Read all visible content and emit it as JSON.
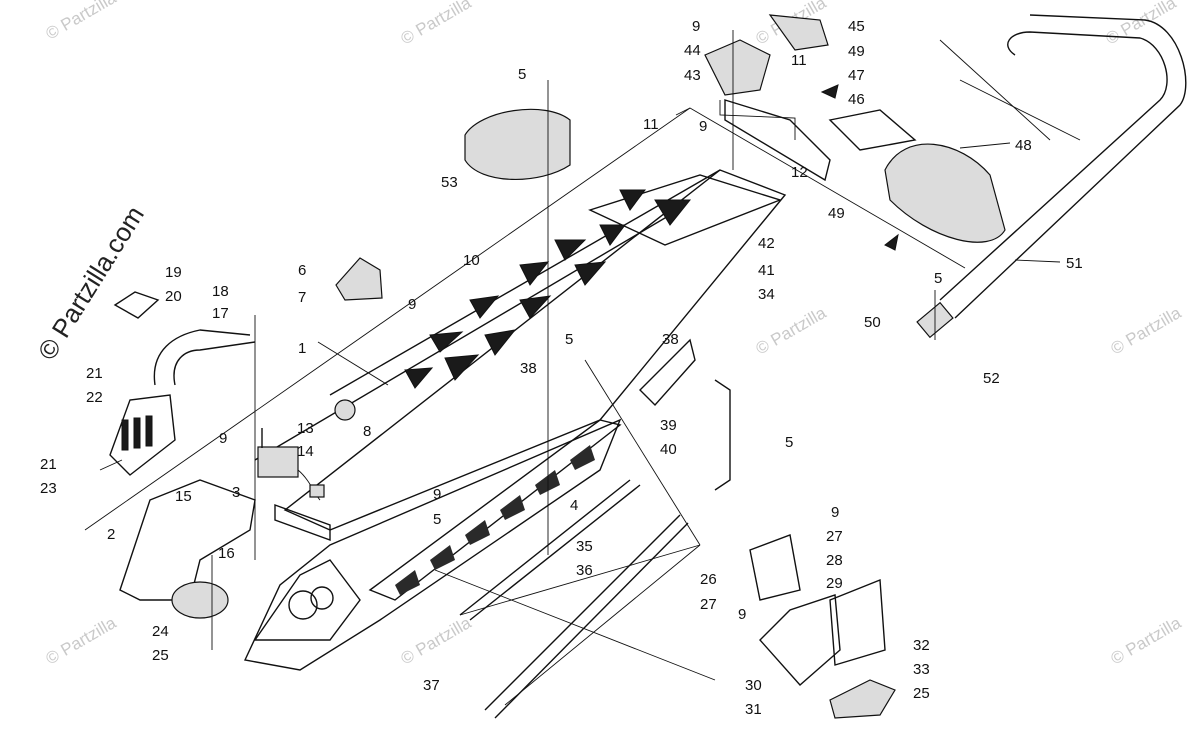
{
  "watermark": {
    "brand": "© Partzilla.com",
    "tile_text": "© Partzilla"
  },
  "callouts": [
    {
      "id": "c1",
      "text": "1"
    },
    {
      "id": "c2",
      "text": "2"
    },
    {
      "id": "c3",
      "text": "3"
    },
    {
      "id": "c4",
      "text": "4"
    },
    {
      "id": "c5a",
      "text": "5"
    },
    {
      "id": "c5b",
      "text": "5"
    },
    {
      "id": "c5c",
      "text": "5"
    },
    {
      "id": "c5d",
      "text": "5"
    },
    {
      "id": "c5e",
      "text": "5"
    },
    {
      "id": "c6",
      "text": "6"
    },
    {
      "id": "c7",
      "text": "7"
    },
    {
      "id": "c8",
      "text": "8"
    },
    {
      "id": "c9a",
      "text": "9"
    },
    {
      "id": "c9b",
      "text": "9"
    },
    {
      "id": "c9c",
      "text": "9"
    },
    {
      "id": "c9d",
      "text": "9"
    },
    {
      "id": "c9e",
      "text": "9"
    },
    {
      "id": "c9f",
      "text": "9"
    },
    {
      "id": "c9g",
      "text": "9"
    },
    {
      "id": "c10",
      "text": "10"
    },
    {
      "id": "c11a",
      "text": "11"
    },
    {
      "id": "c11b",
      "text": "11"
    },
    {
      "id": "c12",
      "text": "12"
    },
    {
      "id": "c13",
      "text": "13"
    },
    {
      "id": "c14",
      "text": "14"
    },
    {
      "id": "c15",
      "text": "15"
    },
    {
      "id": "c16",
      "text": "16"
    },
    {
      "id": "c17",
      "text": "17"
    },
    {
      "id": "c18",
      "text": "18"
    },
    {
      "id": "c19",
      "text": "19"
    },
    {
      "id": "c20",
      "text": "20"
    },
    {
      "id": "c21a",
      "text": "21"
    },
    {
      "id": "c21b",
      "text": "21"
    },
    {
      "id": "c22",
      "text": "22"
    },
    {
      "id": "c23",
      "text": "23"
    },
    {
      "id": "c24",
      "text": "24"
    },
    {
      "id": "c25a",
      "text": "25"
    },
    {
      "id": "c25b",
      "text": "25"
    },
    {
      "id": "c26",
      "text": "26"
    },
    {
      "id": "c27a",
      "text": "27"
    },
    {
      "id": "c27b",
      "text": "27"
    },
    {
      "id": "c28",
      "text": "28"
    },
    {
      "id": "c29",
      "text": "29"
    },
    {
      "id": "c30",
      "text": "30"
    },
    {
      "id": "c31",
      "text": "31"
    },
    {
      "id": "c32",
      "text": "32"
    },
    {
      "id": "c33",
      "text": "33"
    },
    {
      "id": "c34",
      "text": "34"
    },
    {
      "id": "c35",
      "text": "35"
    },
    {
      "id": "c36",
      "text": "36"
    },
    {
      "id": "c37",
      "text": "37"
    },
    {
      "id": "c38a",
      "text": "38"
    },
    {
      "id": "c38b",
      "text": "38"
    },
    {
      "id": "c39",
      "text": "39"
    },
    {
      "id": "c40",
      "text": "40"
    },
    {
      "id": "c41",
      "text": "41"
    },
    {
      "id": "c42",
      "text": "42"
    },
    {
      "id": "c43",
      "text": "43"
    },
    {
      "id": "c44",
      "text": "44"
    },
    {
      "id": "c45",
      "text": "45"
    },
    {
      "id": "c46",
      "text": "46"
    },
    {
      "id": "c47",
      "text": "47"
    },
    {
      "id": "c48",
      "text": "48"
    },
    {
      "id": "c49a",
      "text": "49"
    },
    {
      "id": "c49b",
      "text": "49"
    },
    {
      "id": "c50",
      "text": "50"
    },
    {
      "id": "c51",
      "text": "51"
    },
    {
      "id": "c52",
      "text": "52"
    },
    {
      "id": "c53",
      "text": "53"
    }
  ],
  "colors": {
    "background": "#ffffff",
    "ink": "#111111",
    "watermark": "#c9c9c9"
  }
}
